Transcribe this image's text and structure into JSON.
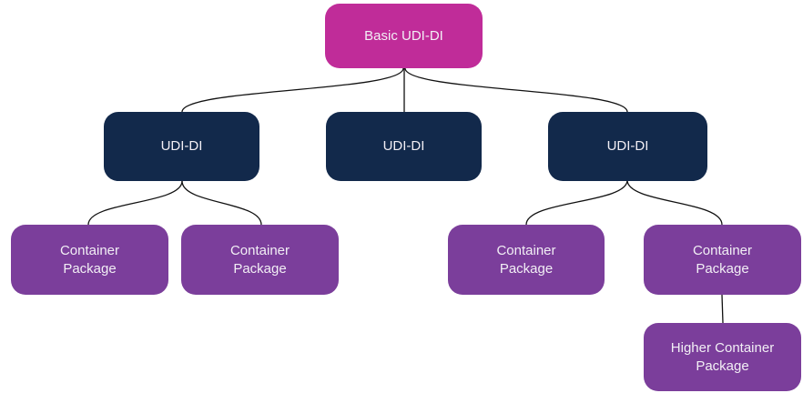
{
  "diagram": {
    "nodes": {
      "basic_udi_di": {
        "label": "Basic UDI-DI",
        "level": 1
      },
      "udi_di_1": {
        "label": "UDI-DI",
        "level": 2
      },
      "udi_di_2": {
        "label": "UDI-DI",
        "level": 2
      },
      "udi_di_3": {
        "label": "UDI-DI",
        "level": 2
      },
      "container_pkg_1": {
        "label": "Container Package",
        "level": 3,
        "parent": "udi_di_1"
      },
      "container_pkg_2": {
        "label": "Container Package",
        "level": 3,
        "parent": "udi_di_1"
      },
      "container_pkg_3": {
        "label": "Container Package",
        "level": 3,
        "parent": "udi_di_3"
      },
      "container_pkg_4": {
        "label": "Container Package",
        "level": 3,
        "parent": "udi_di_3"
      },
      "higher_container_pkg": {
        "label": "Higher Container Package",
        "level": 4,
        "parent": "container_pkg_4"
      }
    },
    "colors": {
      "magenta": "#C02C99",
      "navy": "#12294B",
      "purple": "#7B3E9B",
      "line": "#111111",
      "text": "#F2EFF5"
    }
  }
}
